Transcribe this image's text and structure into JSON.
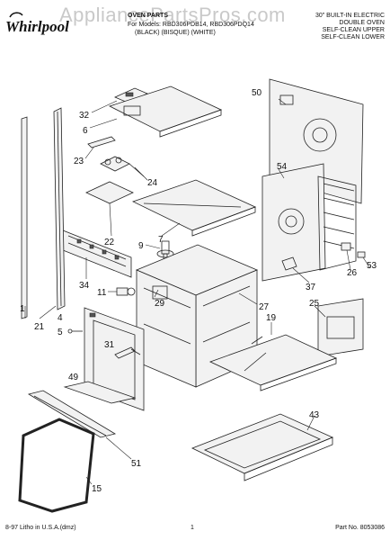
{
  "header": {
    "brand": "Whirlpool",
    "watermark": "AppliancePartsPros.com",
    "title": "OVEN PARTS",
    "model_line": "For Models: RBD306PDB14, RBD306PDQ14",
    "color_line": "(BLACK)    (BISQUE)    (WHITE)",
    "description": [
      "30\" BUILT-IN ELECTRIC",
      "DOUBLE OVEN",
      "SELF-CLEAN UPPER",
      "SELF-CLEAN LOWER"
    ]
  },
  "callouts": [
    "32",
    "6",
    "23",
    "24",
    "22",
    "7",
    "9",
    "34",
    "11",
    "29",
    "21",
    "1",
    "4",
    "5",
    "31",
    "49",
    "51",
    "15",
    "50",
    "54",
    "26",
    "53",
    "37",
    "27",
    "25",
    "19",
    "43"
  ],
  "footer": {
    "left": "8-97 Litho in U.S.A.(dmz)",
    "center": "1",
    "right": "Part No. 8053086"
  }
}
